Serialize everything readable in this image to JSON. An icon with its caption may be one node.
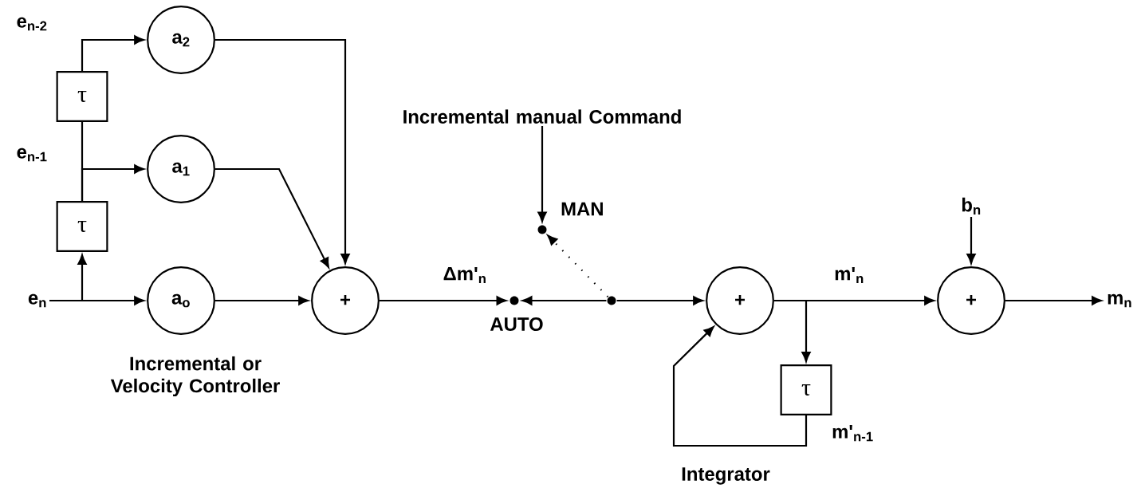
{
  "diagram": {
    "nodes": [
      {
        "text": [
          "e$_{n}$"
        ]
      },
      {
        "text": [
          "a$_{o}$"
        ]
      },
      {
        "text": [
          "τ"
        ]
      },
      {
        "text": [
          "a$_{1}$"
        ]
      },
      {
        "text": [
          "τ"
        ]
      },
      {
        "text": [
          "a$_{2}$"
        ]
      },
      {
        "text": [
          "+"
        ]
      },
      {
        "text": [],
        "shape": "circle",
        "beside": [
          "AUTO"
        ]
      },
      {
        "text": [],
        "shape": "circle",
        "beside": [
          "MAN"
        ]
      },
      {
        "text": [],
        "shape": "circle"
      },
      {
        "text": [
          "+"
        ]
      },
      {
        "text": [
          "τ"
        ],
        "beside": [
          "m'$_{n-1}$"
        ]
      },
      {
        "text": [
          "+"
        ]
      },
      {
        "text": [
          "b$_{n}$"
        ]
      },
      {
        "text": [
          "m$_{n}$"
        ]
      },
      {
        "text": [
          "Incremental manual Command"
        ]
      }
    ],
    "edges": [
      {
        "from": 0,
        "to": 1,
        "arrow": "to"
      },
      {
        "from": 0,
        "to": 2,
        "arrow": "to"
      },
      {
        "from": 2,
        "to": 3,
        "arrow": "to"
      },
      {
        "from": 2,
        "to": 4,
        "arrow": "none"
      },
      {
        "from": 4,
        "to": 5,
        "arrow": "to"
      },
      {
        "from": 5,
        "to": 6,
        "arrow": "to"
      },
      {
        "from": 3,
        "to": 6,
        "arrow": "to"
      },
      {
        "from": 1,
        "to": 6,
        "arrow": "to"
      },
      {
        "from": 6,
        "to": 7,
        "arrow": "to",
        "label": "Δm'$_{n}$"
      },
      {
        "from": 9,
        "to": 7,
        "arrow": "to"
      },
      {
        "from": 9,
        "to": 8,
        "arrow": "to",
        "style": "dashed"
      },
      {
        "from": 15,
        "to": 8,
        "arrow": "to"
      },
      {
        "from": 9,
        "to": 10,
        "arrow": "to"
      },
      {
        "from": 10,
        "to": 12,
        "arrow": "to",
        "label": "m'$_{n}$"
      },
      {
        "from": 10,
        "to": 11,
        "arrow": "to"
      },
      {
        "from": 11,
        "to": 10,
        "arrow": "to"
      },
      {
        "from": 13,
        "to": 12,
        "arrow": "to"
      },
      {
        "from": 12,
        "to": 14,
        "arrow": "to"
      }
    ],
    "labels": [
      "e$_{n-2}$",
      "e$_{n-1}$",
      "Incremental or Velocity Controller",
      "Integrator"
    ]
  }
}
